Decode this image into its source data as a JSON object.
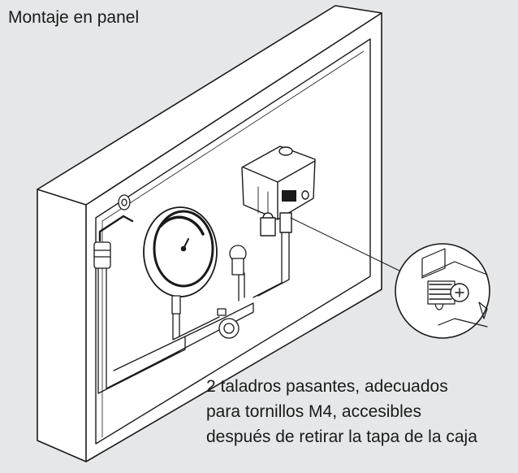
{
  "title": "Montaje en panel",
  "caption_lines": [
    "2 taladros pasantes, adecuados",
    "para tornillos M4, accesibles",
    "después de retirar la tapa de la caja"
  ],
  "colors": {
    "background": "#e6e7e8",
    "panel_face": "#ffffff",
    "line": "#1a1a1a"
  },
  "icons": [
    "panel-enclosure",
    "pressure-gauge",
    "pressure-switch",
    "allen-key",
    "screw-detail-magnifier"
  ]
}
